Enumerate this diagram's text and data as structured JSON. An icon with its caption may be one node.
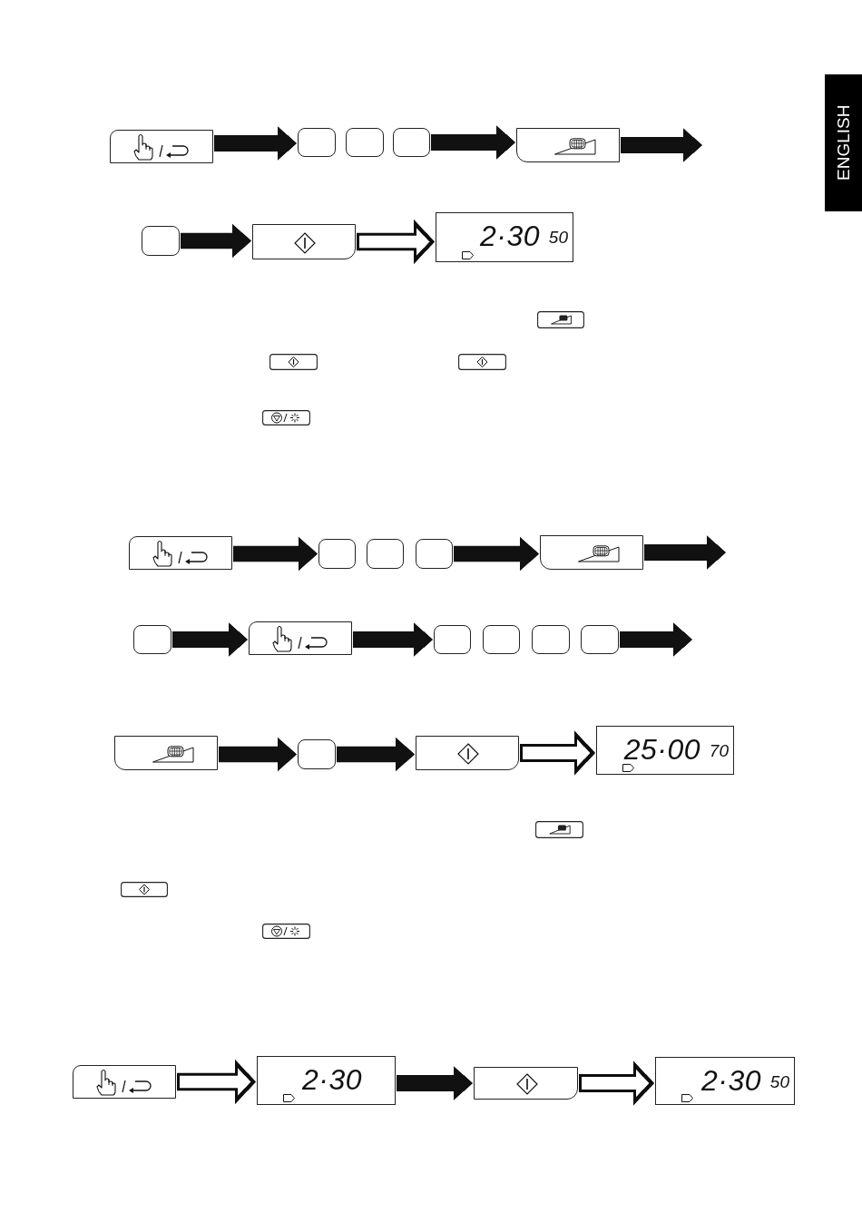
{
  "diagram": {
    "nodes": [
      {
        "text": [],
        "shape": "box"
      },
      {
        "text": [],
        "shape": "box"
      },
      {
        "text": [],
        "shape": "box"
      },
      {
        "text": [],
        "shape": "box"
      },
      {
        "text": [],
        "shape": "box"
      },
      {
        "text": [],
        "shape": "box"
      },
      {
        "text": [],
        "shape": "box"
      },
      {
        "text": [
          "2·30",
          "50"
        ]
      },
      {
        "text": [],
        "shape": "box"
      },
      {
        "text": [],
        "shape": "box"
      },
      {
        "text": [],
        "shape": "box"
      },
      {
        "text": [],
        "shape": "box"
      },
      {
        "text": [],
        "shape": "box"
      },
      {
        "text": [],
        "shape": "box"
      },
      {
        "text": [],
        "shape": "box"
      },
      {
        "text": [],
        "shape": "box"
      },
      {
        "text": [],
        "shape": "box"
      },
      {
        "text": [],
        "shape": "box"
      },
      {
        "text": [],
        "shape": "box"
      },
      {
        "text": [],
        "shape": "box"
      },
      {
        "text": [],
        "shape": "box"
      },
      {
        "text": [],
        "shape": "box"
      },
      {
        "text": [
          "25·00",
          "70"
        ]
      },
      {
        "text": [],
        "shape": "box"
      },
      {
        "text": [
          "2·30"
        ]
      },
      {
        "text": [],
        "shape": "box"
      },
      {
        "text": [
          "2·30",
          "50"
        ]
      }
    ],
    "edges": [
      {
        "from": 0,
        "to": 1,
        "arrow": "to"
      },
      {
        "from": 3,
        "to": 4,
        "arrow": "to"
      },
      {
        "from": 4,
        "to": null,
        "arrow": "to"
      },
      {
        "from": 5,
        "to": 6,
        "arrow": "to"
      },
      {
        "from": 6,
        "to": 7,
        "arrow": "to"
      },
      {
        "from": 8,
        "to": 9,
        "arrow": "to"
      },
      {
        "from": 11,
        "to": 12,
        "arrow": "to"
      },
      {
        "from": 12,
        "to": null,
        "arrow": "to"
      },
      {
        "from": 13,
        "to": 14,
        "arrow": "to"
      },
      {
        "from": 14,
        "to": 15,
        "arrow": "to"
      },
      {
        "from": 18,
        "to": null,
        "arrow": "to"
      },
      {
        "from": 19,
        "to": 20,
        "arrow": "to"
      },
      {
        "from": 20,
        "to": 21,
        "arrow": "to"
      },
      {
        "from": 21,
        "to": 22,
        "arrow": "to"
      },
      {
        "from": 23,
        "to": 24,
        "arrow": "to"
      },
      {
        "from": 24,
        "to": 25,
        "arrow": "to"
      },
      {
        "from": 25,
        "to": 26,
        "arrow": "to"
      }
    ],
    "labels": [
      "ENGLISH"
    ]
  }
}
